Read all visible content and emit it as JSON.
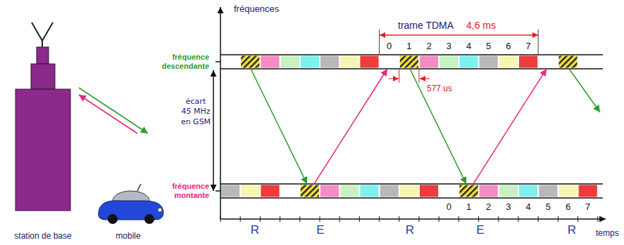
{
  "diagram": {
    "nodes": [
      {
        "text": [
          "station de base"
        ]
      },
      {
        "text": [
          "mobile"
        ]
      },
      {
        "text": [
          "fréquence descendante"
        ]
      },
      {
        "text": [
          "fréquence montante"
        ]
      }
    ],
    "edges": [
      {
        "from": 0,
        "to": 1,
        "arrow": "to"
      },
      {
        "from": 1,
        "to": 0,
        "arrow": "to"
      },
      {
        "from": 2,
        "to": 3,
        "arrow": "to"
      },
      {
        "from": 3,
        "to": 2,
        "arrow": "to"
      },
      {
        "from": 2,
        "to": 3,
        "arrow": "to"
      },
      {
        "from": 3,
        "to": 2,
        "arrow": "to"
      }
    ],
    "labels": [
      "fréquences",
      "trame TDMA",
      "4,6 ms",
      "0",
      "1",
      "2",
      "3",
      "4",
      "5",
      "6",
      "7",
      "577 us",
      "écart 45 MHz en GSM",
      "0",
      "1",
      "2",
      "3",
      "4",
      "5",
      "6",
      "7",
      "R",
      "E",
      "R",
      "E",
      "R",
      "temps"
    ]
  }
}
